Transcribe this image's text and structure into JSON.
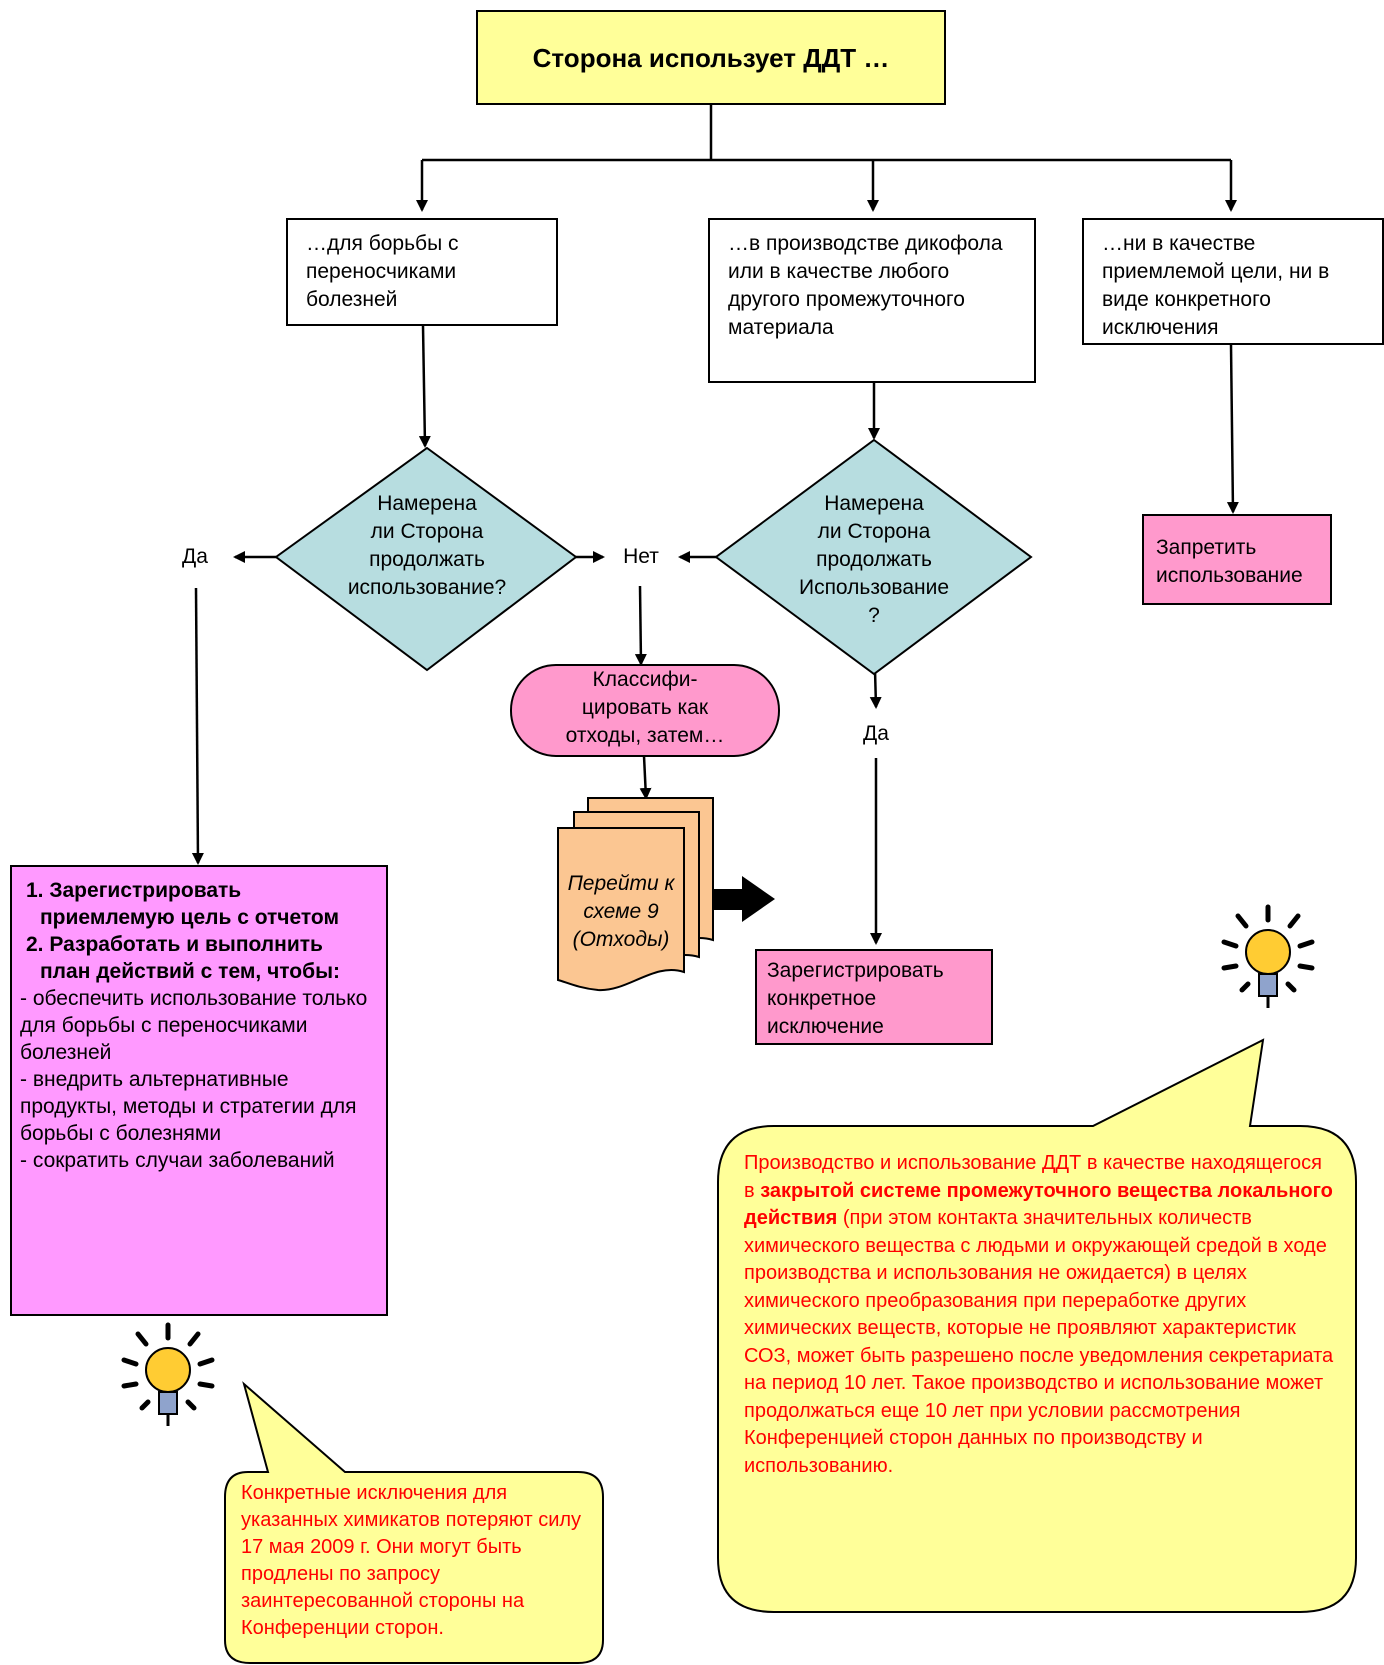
{
  "start": "Сторона использует ДДТ …",
  "branch_vector": "…для борьбы с переносчиками болезней",
  "branch_dicofol": "…в производстве дикофола или в качестве любого другого промежуточного материала",
  "branch_none": "…ни в качестве приемлемой цели, ни в виде конкретного исключения",
  "prohibit": "Запретить использование",
  "decision1": [
    "Намерена",
    "ли Сторона",
    "продолжать",
    "использование?"
  ],
  "decision2": [
    "Намерена",
    "ли Сторона",
    "продолжать",
    "Использование",
    "?"
  ],
  "yes": "Да",
  "no": "Нет",
  "classify": [
    "Классифи-",
    "цировать как",
    "отходы, затем…"
  ],
  "goto": [
    "Перейти к",
    "схеме 9",
    "(Отходы)"
  ],
  "register_exemption": "Зарегистрировать конкретное исключение",
  "action_box": {
    "items": [
      "1. Зарегистрировать приемлемую цель с отчетом",
      "2. Разработать и выполнить план действий с тем, чтобы:"
    ],
    "bullets": [
      "- обеспечить использование только для борьбы с переносчиками болезней",
      "- внедрить альтернативные продукты, методы и стратегии для борьбы с болезнями",
      "- сократить случаи заболеваний"
    ]
  },
  "callout_left": "Конкретные исключения для указанных химикатов потеряют силу 17 мая 2009 г. Они могут быть продлены по запросу  заинтересованной стороны на Конференции сторон.",
  "callout_right": {
    "part1": "Производство и использование ДДТ в качестве находящегося в ",
    "bold": "закрытой системе промежуточного вещества локального действия",
    "part2": " (при этом контакта значительных количеств химического вещества с людьми и окружающей средой в ходе производства и использования не ожидается) в целях химического преобразования при переработке других химических веществ, которые не проявляют характеристик СОЗ, может быть разрешено после уведомления секретариата на период 10 лет. Такое производство и использование может продолжаться еще 10 лет при условии рассмотрения Конференцией сторон данных по производству и использованию."
  },
  "colors": {
    "title": "#ffff99",
    "pink": "#ff99cc",
    "magenta": "#ff99ff",
    "diamond": "#b7dde0",
    "document": "#fbc692",
    "callout": "#ffff99",
    "callout_text": "#ff0000"
  }
}
